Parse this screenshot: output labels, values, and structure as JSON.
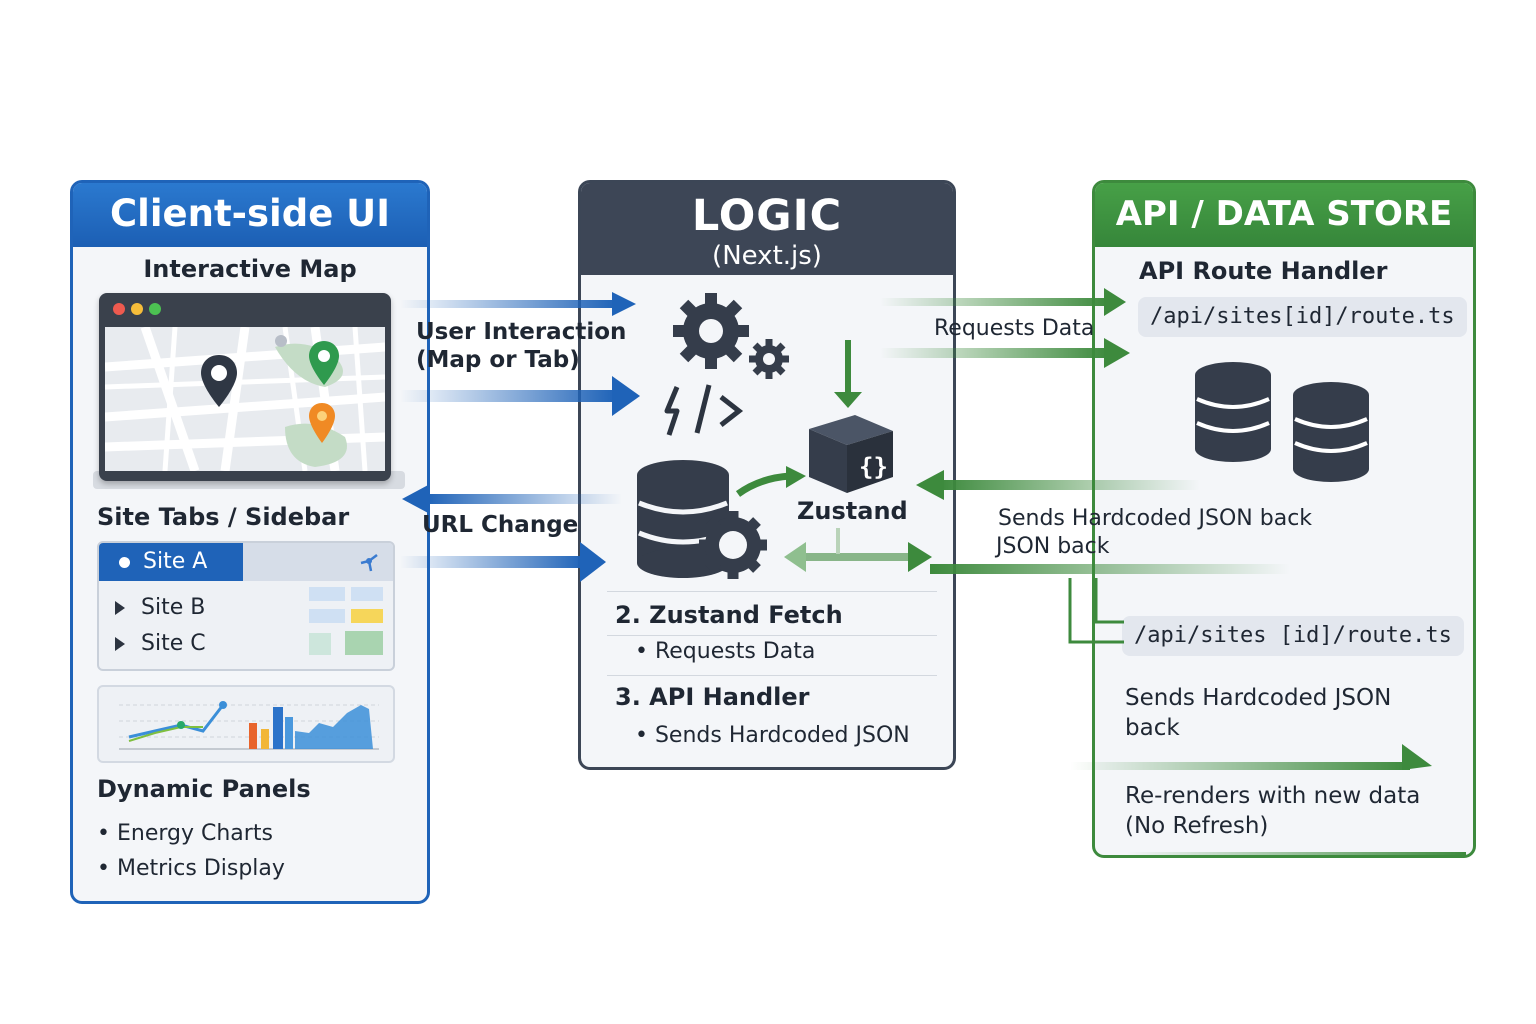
{
  "client": {
    "title": "Client-side UI",
    "map_title": "Interactive Map",
    "tabs_title": "Site Tabs / Sidebar",
    "tabs": [
      "Site A",
      "Site B",
      "Site C"
    ],
    "panels_title": "Dynamic Panels",
    "panels_items": [
      "• Energy Charts",
      "• Metrics Display"
    ]
  },
  "logic": {
    "title": "LOGIC",
    "subtitle": "(Next.js)",
    "zustand_label": "Zustand",
    "step2": "2. Zustand Fetch",
    "step2_item": "• Requests Data",
    "step3": "3. API Handler",
    "step3_item": "• Sends Hardcoded JSON"
  },
  "api": {
    "title": "API / DATA STORE",
    "handler_title": "API Route Handler",
    "route1": "/api/sites[id]/route.ts",
    "route2": "/api/sites [id]/route.ts",
    "sends_back": "Sends Hardcoded JSON back",
    "rerenders": "Re-renders with new data\n(No Refresh)"
  },
  "arrows": {
    "user_interaction": "User Interaction\n(Map or Tab)",
    "url_change": "URL Change",
    "requests_data": "Requests Data",
    "sends_json_back_1": "Sends Hardcoded JSON back",
    "sends_json_back_2": "JSON back"
  },
  "colors": {
    "client_blue": "#1f63b8",
    "logic_slate": "#3d4656",
    "api_green": "#3d8a3d"
  }
}
